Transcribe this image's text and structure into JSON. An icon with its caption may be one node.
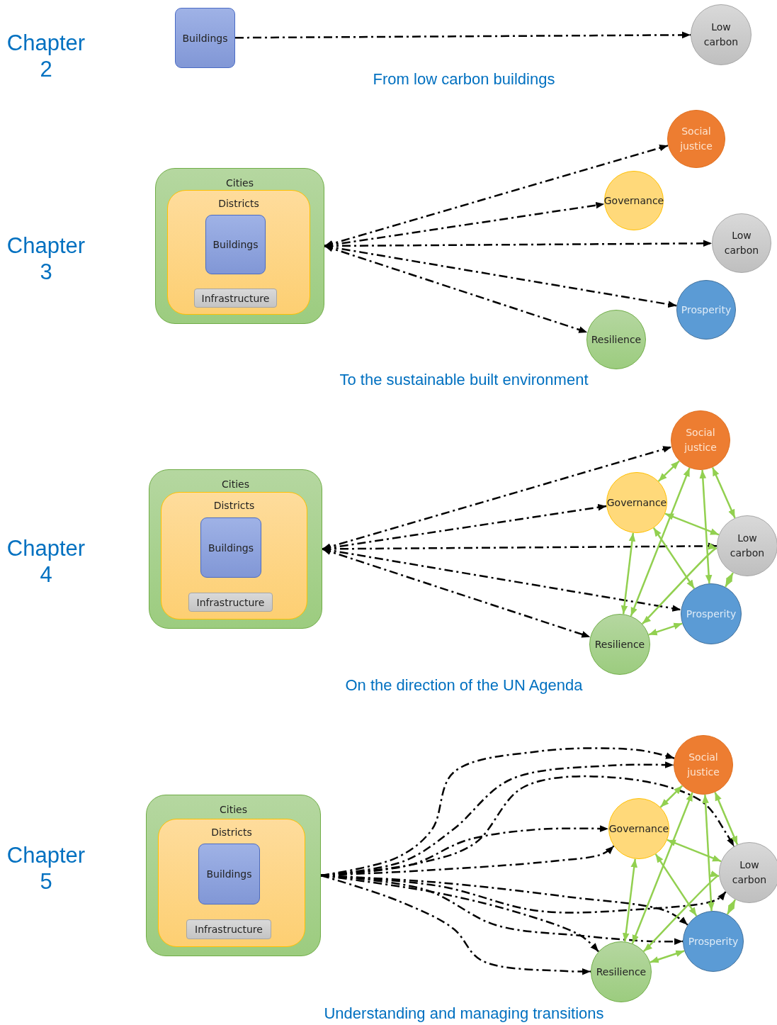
{
  "diagram": {
    "nodes": [
      {
        "text": [
          "Buildings"
        ]
      },
      {
        "text": [
          "Low carbon"
        ]
      },
      {
        "text": [
          "Cities"
        ]
      },
      {
        "text": [
          "Districts"
        ],
        "in": 2
      },
      {
        "text": [
          "Buildings"
        ],
        "in": 3
      },
      {
        "text": [
          "Infrastructure"
        ],
        "in": 3
      },
      {
        "text": [
          "Social justice"
        ]
      },
      {
        "text": [
          "Governance"
        ]
      },
      {
        "text": [
          "Low carbon"
        ]
      },
      {
        "text": [
          "Prosperity"
        ]
      },
      {
        "text": [
          "Resilience"
        ]
      },
      {
        "text": [
          "Cities"
        ]
      },
      {
        "text": [
          "Districts"
        ],
        "in": 11
      },
      {
        "text": [
          "Buildings"
        ],
        "in": 12
      },
      {
        "text": [
          "Infrastructure"
        ],
        "in": 12
      },
      {
        "text": [
          "Social justice"
        ]
      },
      {
        "text": [
          "Governance"
        ]
      },
      {
        "text": [
          "Low carbon"
        ]
      },
      {
        "text": [
          "Prosperity"
        ]
      },
      {
        "text": [
          "Resilience"
        ]
      },
      {
        "text": [
          "Cities"
        ]
      },
      {
        "text": [
          "Districts"
        ],
        "in": 20
      },
      {
        "text": [
          "Buildings"
        ],
        "in": 21
      },
      {
        "text": [
          "Infrastructure"
        ],
        "in": 21
      },
      {
        "text": [
          "Social justice"
        ]
      },
      {
        "text": [
          "Governance"
        ]
      },
      {
        "text": [
          "Low carbon"
        ]
      },
      {
        "text": [
          "Prosperity"
        ]
      },
      {
        "text": [
          "Resilience"
        ]
      }
    ],
    "edges": [
      {
        "from": 0,
        "to": 1,
        "arrow": "to",
        "style": "dashed"
      },
      {
        "from": 2,
        "to": 6,
        "arrow": "both",
        "style": "dashed"
      },
      {
        "from": 2,
        "to": 7,
        "arrow": "both",
        "style": "dashed"
      },
      {
        "from": 2,
        "to": 8,
        "arrow": "both",
        "style": "dashed"
      },
      {
        "from": 2,
        "to": 9,
        "arrow": "both",
        "style": "dashed"
      },
      {
        "from": 2,
        "to": 10,
        "arrow": "both",
        "style": "dashed"
      },
      {
        "from": 11,
        "to": 15,
        "arrow": "both",
        "style": "dashed"
      },
      {
        "from": 11,
        "to": 16,
        "arrow": "both",
        "style": "dashed"
      },
      {
        "from": 11,
        "to": 17,
        "arrow": "both",
        "style": "dashed"
      },
      {
        "from": 11,
        "to": 18,
        "arrow": "both",
        "style": "dashed"
      },
      {
        "from": 11,
        "to": 19,
        "arrow": "both",
        "style": "dashed"
      },
      {
        "from": 15,
        "to": 16,
        "arrow": "both",
        "color": "#92d050"
      },
      {
        "from": 15,
        "to": 17,
        "arrow": "both",
        "color": "#92d050"
      },
      {
        "from": 15,
        "to": 19,
        "arrow": "both",
        "color": "#92d050"
      },
      {
        "from": 15,
        "to": 18,
        "arrow": "both",
        "color": "#92d050"
      },
      {
        "from": 16,
        "to": 17,
        "arrow": "both",
        "color": "#92d050"
      },
      {
        "from": 16,
        "to": 19,
        "arrow": "both",
        "color": "#92d050"
      },
      {
        "from": 16,
        "to": 18,
        "arrow": "both",
        "color": "#92d050"
      },
      {
        "from": 17,
        "to": 19,
        "arrow": "both",
        "color": "#92d050"
      },
      {
        "from": 17,
        "to": 18,
        "arrow": "both",
        "color": "#92d050"
      },
      {
        "from": 19,
        "to": 18,
        "arrow": "both",
        "color": "#92d050"
      },
      {
        "from": 20,
        "to": 24,
        "arrow": "to",
        "style": "dashed"
      },
      {
        "from": 20,
        "to": 24,
        "arrow": "to",
        "style": "dashed"
      },
      {
        "from": 20,
        "to": 25,
        "arrow": "to",
        "style": "dashed"
      },
      {
        "from": 20,
        "to": 25,
        "arrow": "to",
        "style": "dashed"
      },
      {
        "from": 20,
        "to": 26,
        "arrow": "to",
        "style": "dashed"
      },
      {
        "from": 20,
        "to": 26,
        "arrow": "to",
        "style": "dashed"
      },
      {
        "from": 20,
        "to": 27,
        "arrow": "to",
        "style": "dashed"
      },
      {
        "from": 20,
        "to": 27,
        "arrow": "to",
        "style": "dashed"
      },
      {
        "from": 20,
        "to": 28,
        "arrow": "to",
        "style": "dashed"
      },
      {
        "from": 20,
        "to": 28,
        "arrow": "to",
        "style": "dashed"
      },
      {
        "from": 24,
        "to": 25,
        "arrow": "both",
        "color": "#92d050"
      },
      {
        "from": 24,
        "to": 26,
        "arrow": "both",
        "color": "#92d050"
      },
      {
        "from": 24,
        "to": 28,
        "arrow": "both",
        "color": "#92d050"
      },
      {
        "from": 24,
        "to": 27,
        "arrow": "both",
        "color": "#92d050"
      },
      {
        "from": 25,
        "to": 26,
        "arrow": "both",
        "color": "#92d050"
      },
      {
        "from": 25,
        "to": 28,
        "arrow": "both",
        "color": "#92d050"
      },
      {
        "from": 25,
        "to": 27,
        "arrow": "both",
        "color": "#92d050"
      },
      {
        "from": 26,
        "to": 28,
        "arrow": "both",
        "color": "#92d050"
      },
      {
        "from": 26,
        "to": 27,
        "arrow": "both",
        "color": "#92d050"
      },
      {
        "from": 28,
        "to": 27,
        "arrow": "both",
        "color": "#92d050"
      }
    ],
    "labels": [
      "Chapter 2",
      "From low carbon buildings",
      "Chapter 3",
      "To the sustainable built environment",
      "Chapter 4",
      "On the direction of the UN Agenda",
      "Chapter 5",
      "Understanding and managing transitions"
    ]
  }
}
